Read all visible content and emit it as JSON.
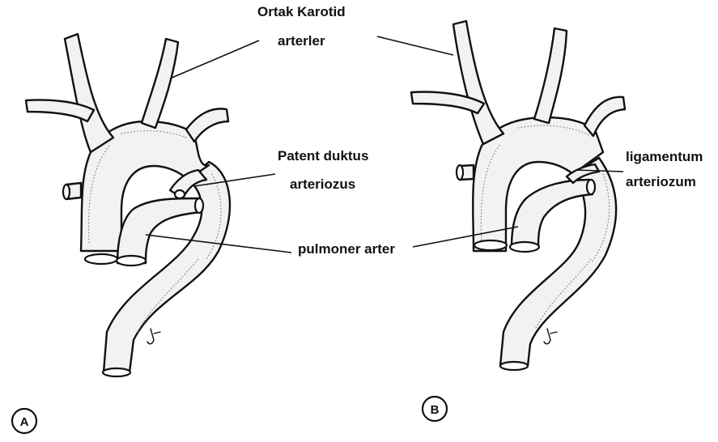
{
  "labels": {
    "carotid_line1": "Ortak Karotid",
    "carotid_line2": "arterler",
    "ductus_line1": "Patent duktus",
    "ductus_line2": "arteriozus",
    "pulmonary": "pulmoner arter",
    "ligament_line1": "ligamentum",
    "ligament_line2": "arteriozum"
  },
  "panels": {
    "a": "A",
    "b": "B"
  }
}
